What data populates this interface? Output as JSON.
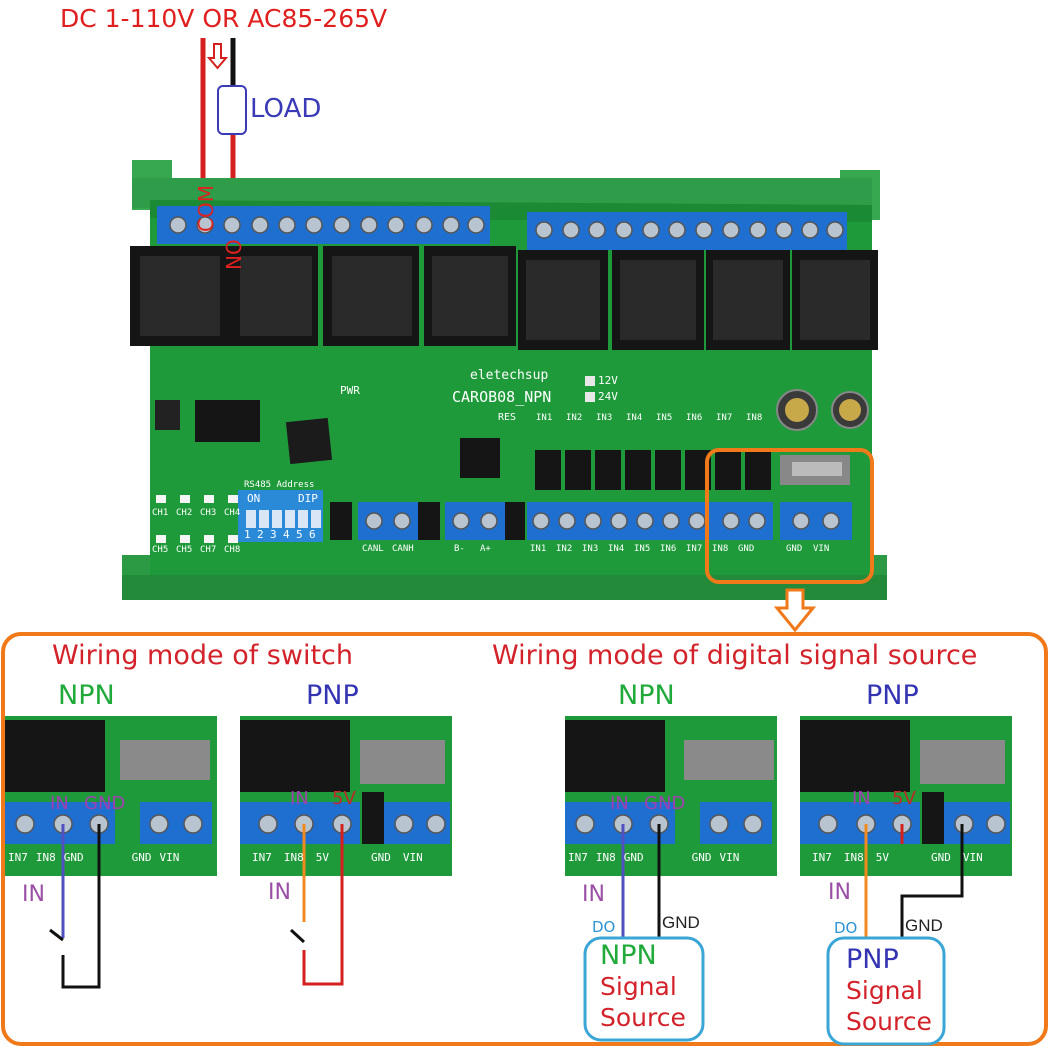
{
  "header": {
    "supply_label": "DC 1-110V OR AC85-265V",
    "load_label": "LOAD"
  },
  "board": {
    "brand": "eletechsup",
    "model": "CAROB08_NPN",
    "voltage_12": "12V",
    "voltage_24": "24V",
    "pwr": "PWR",
    "res": "RES",
    "com_label": "COM",
    "no_label": "NO",
    "dip_on": "ON",
    "dip_word": "DIP",
    "dip_numbers": [
      "1",
      "2",
      "3",
      "4",
      "5",
      "6"
    ],
    "rs485_address": "RS485 Address",
    "channel_leds_top": [
      "CH1",
      "CH2",
      "CH3",
      "CH4"
    ],
    "channel_leds_bottom": [
      "CH5",
      "CH5",
      "CH7",
      "CH8"
    ],
    "inputs_top": [
      "IN1",
      "IN2",
      "IN3",
      "IN4",
      "IN5",
      "IN6",
      "IN7",
      "IN8"
    ],
    "terminal_labels": {
      "can": [
        "CANL",
        "CANH"
      ],
      "rs485": [
        "B-",
        "A+"
      ],
      "inputs": [
        "IN1",
        "IN2",
        "IN3",
        "IN4",
        "IN5",
        "IN6",
        "IN7",
        "IN8",
        "GND"
      ],
      "power": [
        "GND",
        "VIN"
      ]
    }
  },
  "sections": {
    "switch_title": "Wiring mode of switch",
    "signal_title": "Wiring mode of digital signal source"
  },
  "panels": [
    {
      "title": "NPN",
      "in": "IN",
      "sig": "GND",
      "wire_label": "IN",
      "bottom": [
        "IN7",
        "IN8",
        "GND",
        "GND",
        "VIN"
      ]
    },
    {
      "title": "PNP",
      "in": "IN",
      "sig": "5V",
      "wire_label": "IN",
      "bottom": [
        "IN7",
        "IN8",
        "5V",
        "GND",
        "VIN"
      ]
    },
    {
      "title": "NPN",
      "in": "IN",
      "sig": "GND",
      "wire_label": "IN",
      "do": "DO",
      "gnd": "GND",
      "bottom": [
        "IN7",
        "IN8",
        "GND",
        "GND",
        "VIN"
      ],
      "box": [
        "NPN",
        "Signal",
        "Source"
      ]
    },
    {
      "title": "PNP",
      "in": "IN",
      "sig": "5V",
      "wire_label": "IN",
      "do": "DO",
      "gnd": "GND",
      "bottom": [
        "IN7",
        "IN8",
        "5V",
        "GND",
        "VIN"
      ],
      "box": [
        "PNP",
        "Signal",
        "Source"
      ]
    }
  ],
  "colors": {
    "pcb": "#1f9a3a",
    "rail": "#2fa24a",
    "terminal": "#1f6fd0",
    "relay": "#1a1a1a",
    "orange": "#f07a1a",
    "wire_red": "#d4201f",
    "box_blue": "#3aa6d6"
  }
}
